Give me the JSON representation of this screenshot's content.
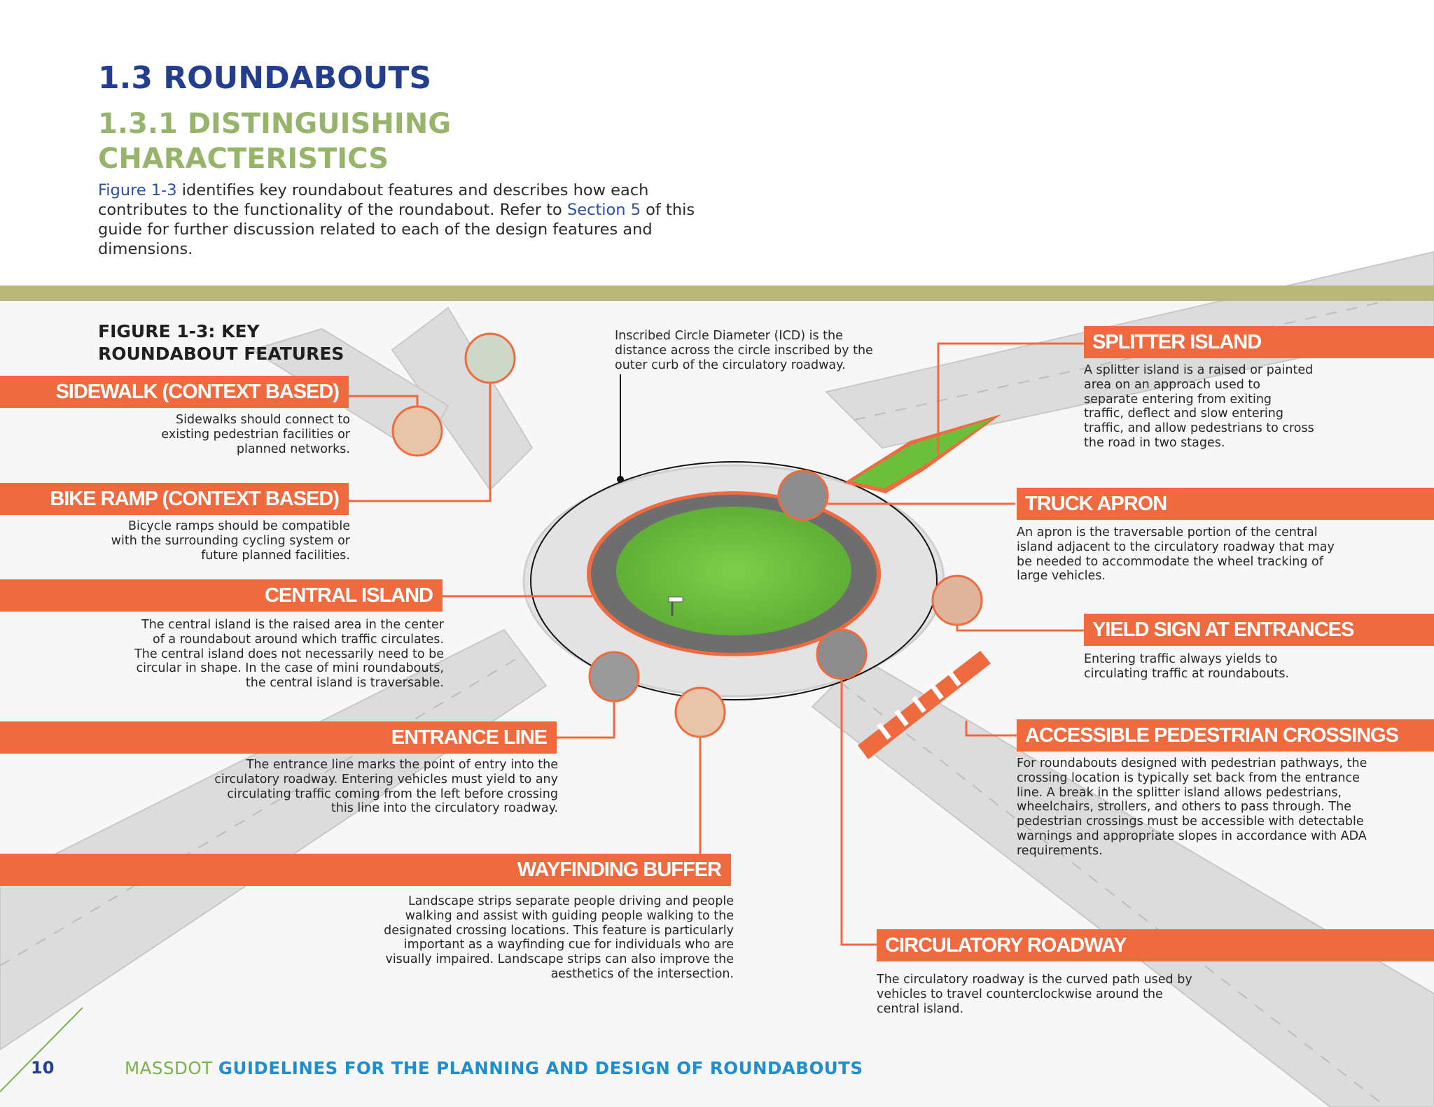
{
  "section_title": "1.3 ROUNDABOUTS",
  "subsection_title": "1.3.1 DISTINGUISHING CHARACTERISTICS",
  "intro": {
    "link_figure": "Figure 1-3",
    "part1": " identifies key roundabout features and describes how each contributes to the functionality of the roundabout. Refer to ",
    "link_section": "Section 5",
    "part2": " of this guide for further discussion related to each of the design features and dimensions."
  },
  "figure_title": "FIGURE 1-3:  KEY ROUNDABOUT FEATURES",
  "icd_note": "Inscribed Circle Diameter (ICD) is the distance across the circle inscribed by the outer curb of the circulatory roadway.",
  "features": {
    "sidewalk": {
      "title": "SIDEWALK (CONTEXT BASED)",
      "text": "Sidewalks should connect to existing pedestrian facilities or planned networks."
    },
    "bike_ramp": {
      "title": "BIKE RAMP (CONTEXT BASED)",
      "text": "Bicycle ramps should be compatible with the surrounding cycling system or future planned facilities."
    },
    "central_island": {
      "title": "CENTRAL ISLAND",
      "text": "The central island is the raised area in the center of a roundabout around which traffic circulates. The central island does not necessarily need to be circular in shape. In the case of mini roundabouts, the central island is traversable."
    },
    "entrance_line": {
      "title": "ENTRANCE LINE",
      "text": "The entrance line marks the point of entry into the circulatory roadway. Entering vehicles must yield to any circulating traffic coming from the left before crossing this line into the circulatory roadway."
    },
    "wayfinding_buffer": {
      "title": "WAYFINDING BUFFER",
      "text": "Landscape strips separate people driving and people walking and assist with guiding people walking to the designated crossing locations. This feature is particularly important as a wayfinding cue for individuals who are visually impaired. Landscape strips can also improve the aesthetics of the intersection."
    },
    "splitter_island": {
      "title": "SPLITTER ISLAND",
      "text": "A splitter island is a raised or painted area on an approach used to separate entering from exiting traffic, deflect and slow entering traffic, and allow pedestrians to cross the road in two stages."
    },
    "truck_apron": {
      "title": "TRUCK APRON",
      "text": "An apron is the traversable portion of the central island adjacent to the circulatory roadway that may be needed to accommodate the wheel tracking of large vehicles."
    },
    "yield_sign": {
      "title": "YIELD SIGN AT ENTRANCES",
      "text": "Entering traffic always yields to circulating traffic at roundabouts."
    },
    "ped_crossings": {
      "title": "ACCESSIBLE PEDESTRIAN CROSSINGS",
      "text": "For roundabouts designed with pedestrian pathways, the crossing location is typically set back from the entrance line. A break in the splitter island allows pedestrians, wheelchairs, strollers, and others to pass through. The pedestrian crossings must be accessible with detectable warnings and appropriate slopes in accordance with ADA requirements."
    },
    "circulatory_roadway": {
      "title": "CIRCULATORY ROADWAY",
      "text": "The circulatory roadway is the curved path used by vehicles to travel counterclockwise around the central island."
    }
  },
  "footer": {
    "page_number": "10",
    "org": "MASSDOT ",
    "title": "GUIDELINES FOR THE PLANNING AND DESIGN OF ROUNDABOUTS"
  },
  "colors": {
    "title_blue": "#243e8f",
    "subtitle_green": "#97b46b",
    "label_orange": "#ef6a3e",
    "band_olive": "#b9b77a",
    "island_green": "#6bbf3a"
  }
}
